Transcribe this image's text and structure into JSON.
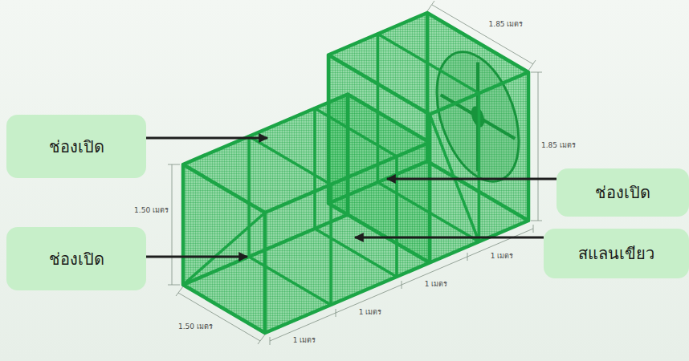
{
  "diagram": {
    "nodes": [
      {
        "text": [
          "ช่องเปิด"
        ]
      },
      {
        "text": [
          "ช่องเปิด"
        ]
      },
      {
        "text": [
          "ช่องเปิด"
        ]
      },
      {
        "text": [
          "สแลนเขียว"
        ]
      }
    ],
    "labels": [
      "1.85 เมตร",
      "1.85 เมตร",
      "1.50 เมตร",
      "1.50 เมตร",
      "1 เมตร",
      "1 เมตร",
      "1 เมตร",
      "1 เมตร"
    ]
  }
}
